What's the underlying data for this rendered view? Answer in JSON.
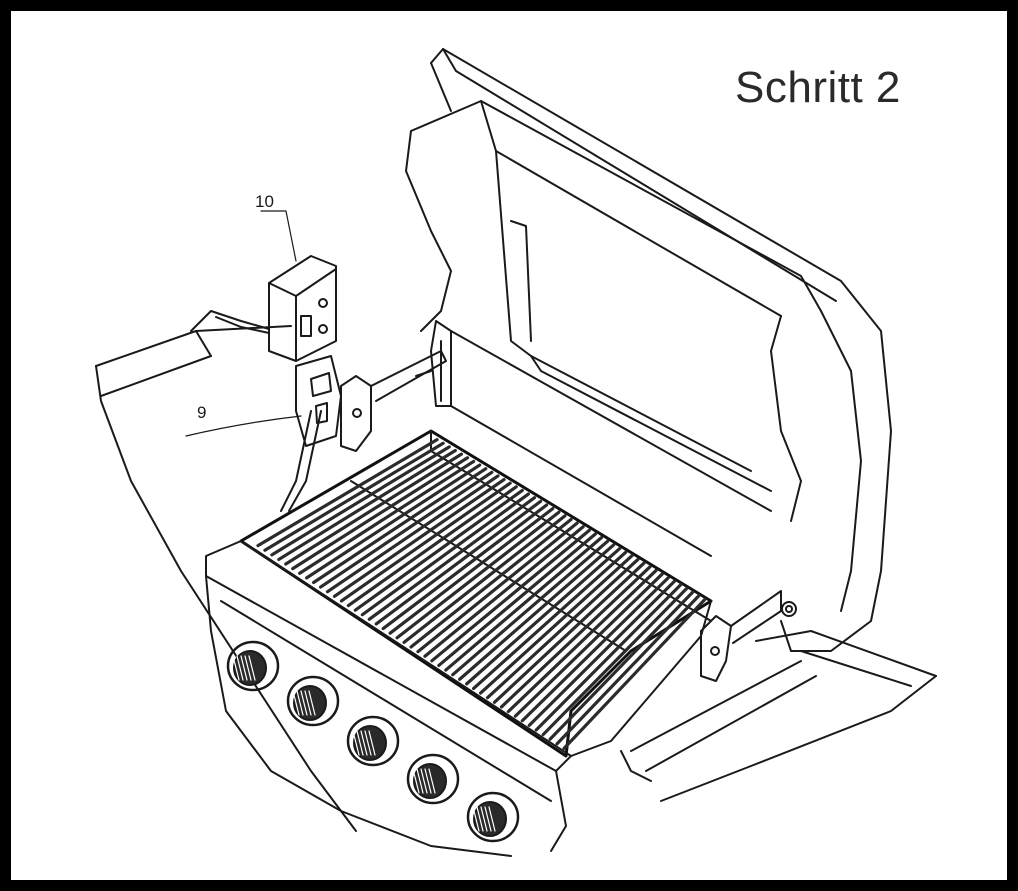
{
  "title": "Schritt 2",
  "callouts": [
    {
      "id": "10",
      "label": "10"
    },
    {
      "id": "9",
      "label": "9"
    }
  ],
  "colors": {
    "frame": "#000000",
    "line": "#1a1a1a",
    "grate": "#2b2b2b",
    "background": "#ffffff"
  }
}
